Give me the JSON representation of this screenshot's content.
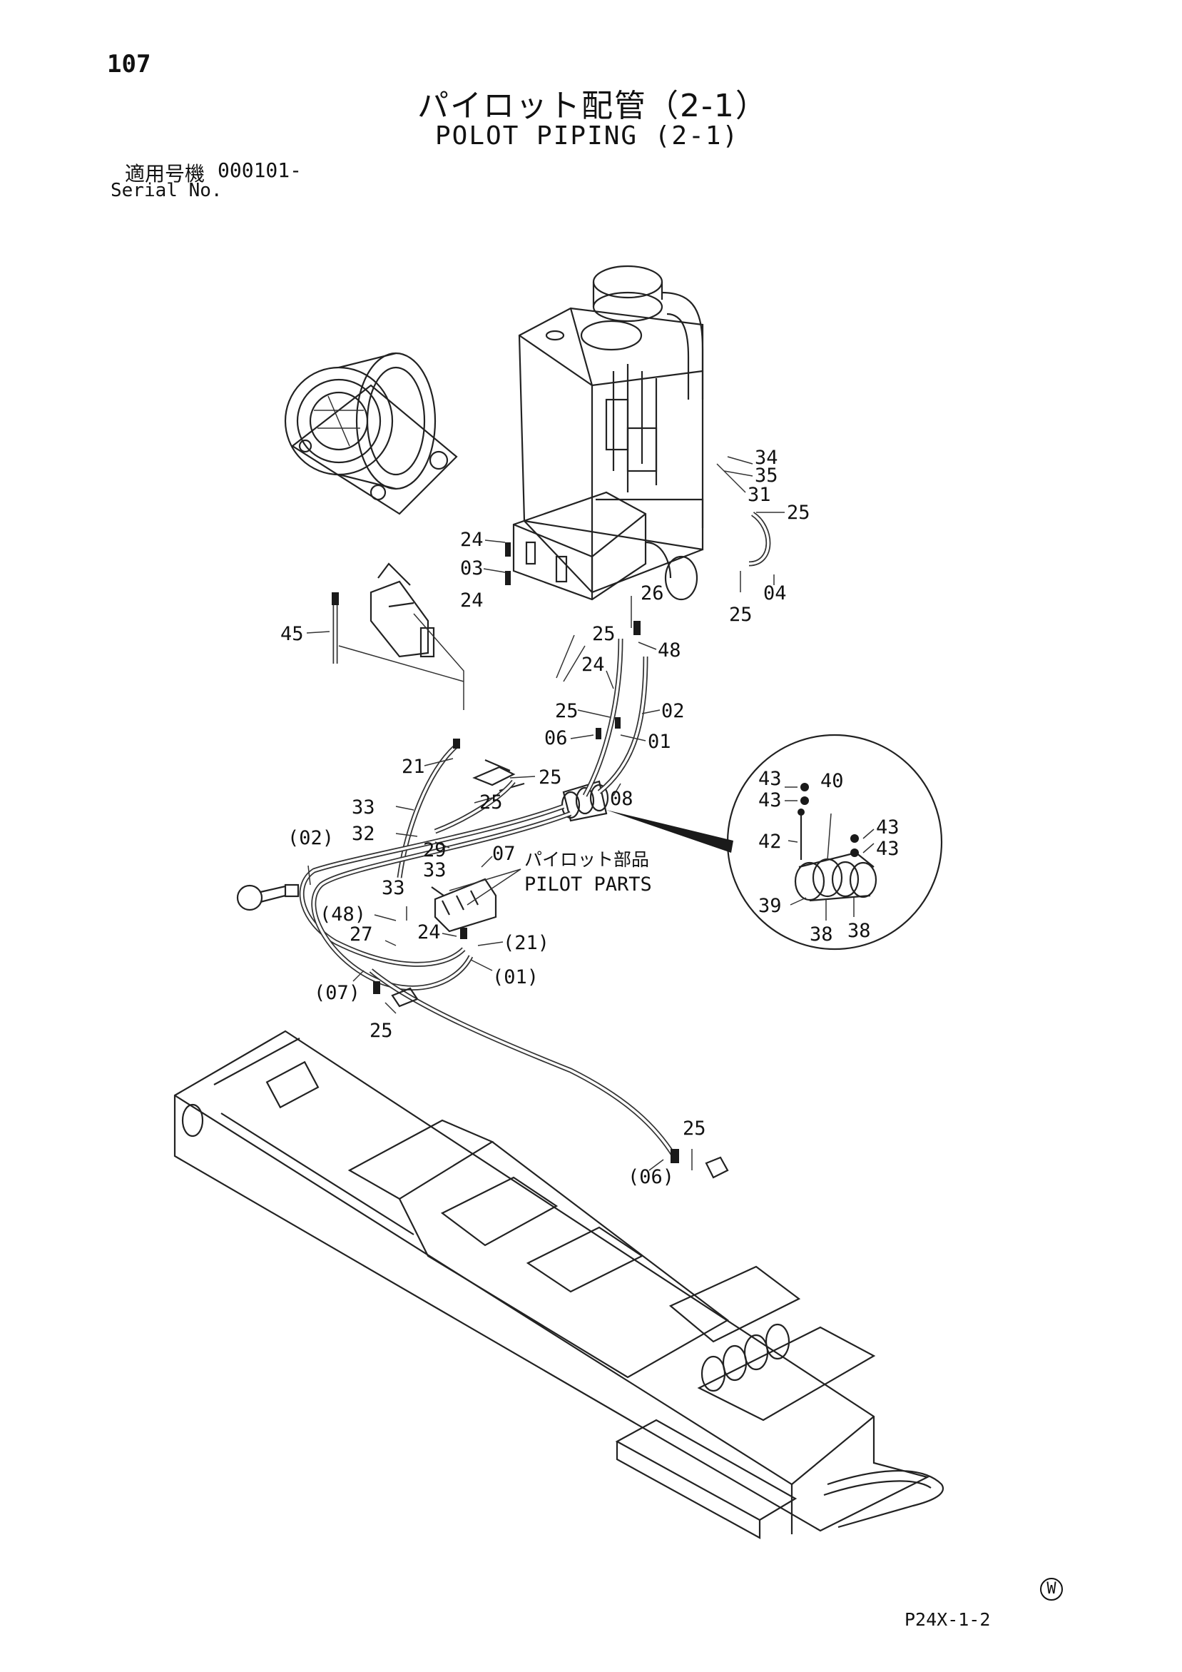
{
  "header": {
    "page_number": "107",
    "title_jp": "パイロット配管（2-1）",
    "title_en": "POLOT PIPING (2-1)",
    "serial_label_jp": "適用号機",
    "serial_value": "000101-",
    "serial_label_en": "Serial No."
  },
  "footer": {
    "drawing_code": "P24X-1-2",
    "mark": "W"
  },
  "callouts": {
    "c34": "34",
    "c35": "35",
    "c31": "31",
    "c25a": "25",
    "c24a": "24",
    "c03": "03",
    "c24b": "24",
    "c26": "26",
    "c04": "04",
    "c25b": "25",
    "c45": "45",
    "c25c": "25",
    "c48": "48",
    "c24c": "24",
    "c25d": "25",
    "c02": "02",
    "c06": "06",
    "c01": "01",
    "c21": "21",
    "c25e": "25",
    "c25f": "25",
    "c08": "08",
    "c33a": "33",
    "c32": "32",
    "c29": "29",
    "c33b": "33",
    "c07": "07",
    "p02": "(02)",
    "c33c": "33",
    "p48": "(48)",
    "c27": "27",
    "c24d": "24",
    "p21": "(21)",
    "p01": "(01)",
    "p07": "(07)",
    "c25g": "25",
    "c25h": "25",
    "p06": "(06)",
    "c43a": "43",
    "c43b": "43",
    "c40": "40",
    "c43c": "43",
    "c43d": "43",
    "c42": "42",
    "c39": "39",
    "c38a": "38",
    "c38b": "38"
  },
  "notes": {
    "pilot_parts_jp": "パイロット部品",
    "pilot_parts_en": "PILOT PARTS"
  }
}
